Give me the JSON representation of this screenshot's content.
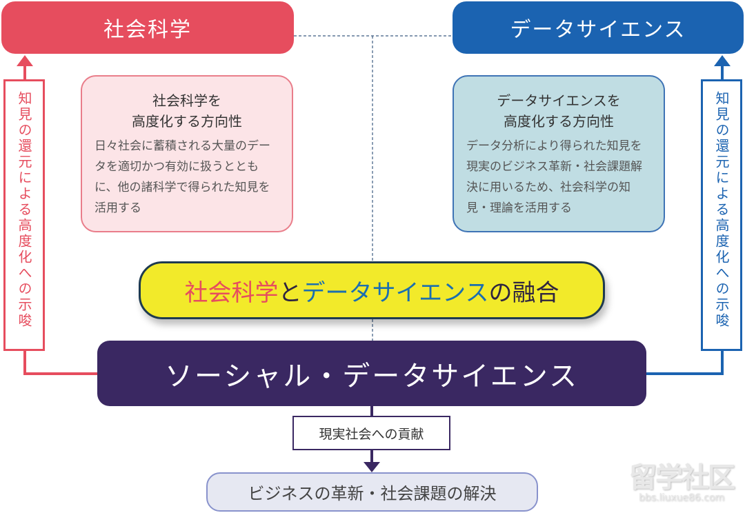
{
  "headers": {
    "social_science": "社会科学",
    "data_science": "データサイエンス"
  },
  "cards": {
    "social_science": {
      "title_line1": "社会科学を",
      "title_line2": "高度化する方向性",
      "body": "日々社会に蓄積される大量のデータを適切かつ有効に扱うとともに、他の諸科学で得られた知見を活用する"
    },
    "data_science": {
      "title_line1": "データサイエンスを",
      "title_line2": "高度化する方向性",
      "body": "データ分析により得られた知見を現実のビジネス革新・社会課題解決に用いるため、社会科学の知見・理論を活用する"
    }
  },
  "side_labels": {
    "left": "知見の還元による高度化への示唆",
    "right": "知見の還元による高度化への示唆"
  },
  "fusion": {
    "part1": "社会科学",
    "part2": "と",
    "part3": "データサイエンス",
    "part4": "の融合"
  },
  "social_data_science": "ソーシャル・データサイエンス",
  "contribution": "現実社会への貢献",
  "result": "ビジネスの革新・社会課題の解決",
  "watermark": {
    "main": "留学社区",
    "sub": "bbs.liuxue86.com"
  },
  "colors": {
    "social_red": "#e64d5e",
    "data_blue": "#1b63b1",
    "fusion_yellow": "#f2ea2a",
    "sds_purple": "#3a2862"
  }
}
